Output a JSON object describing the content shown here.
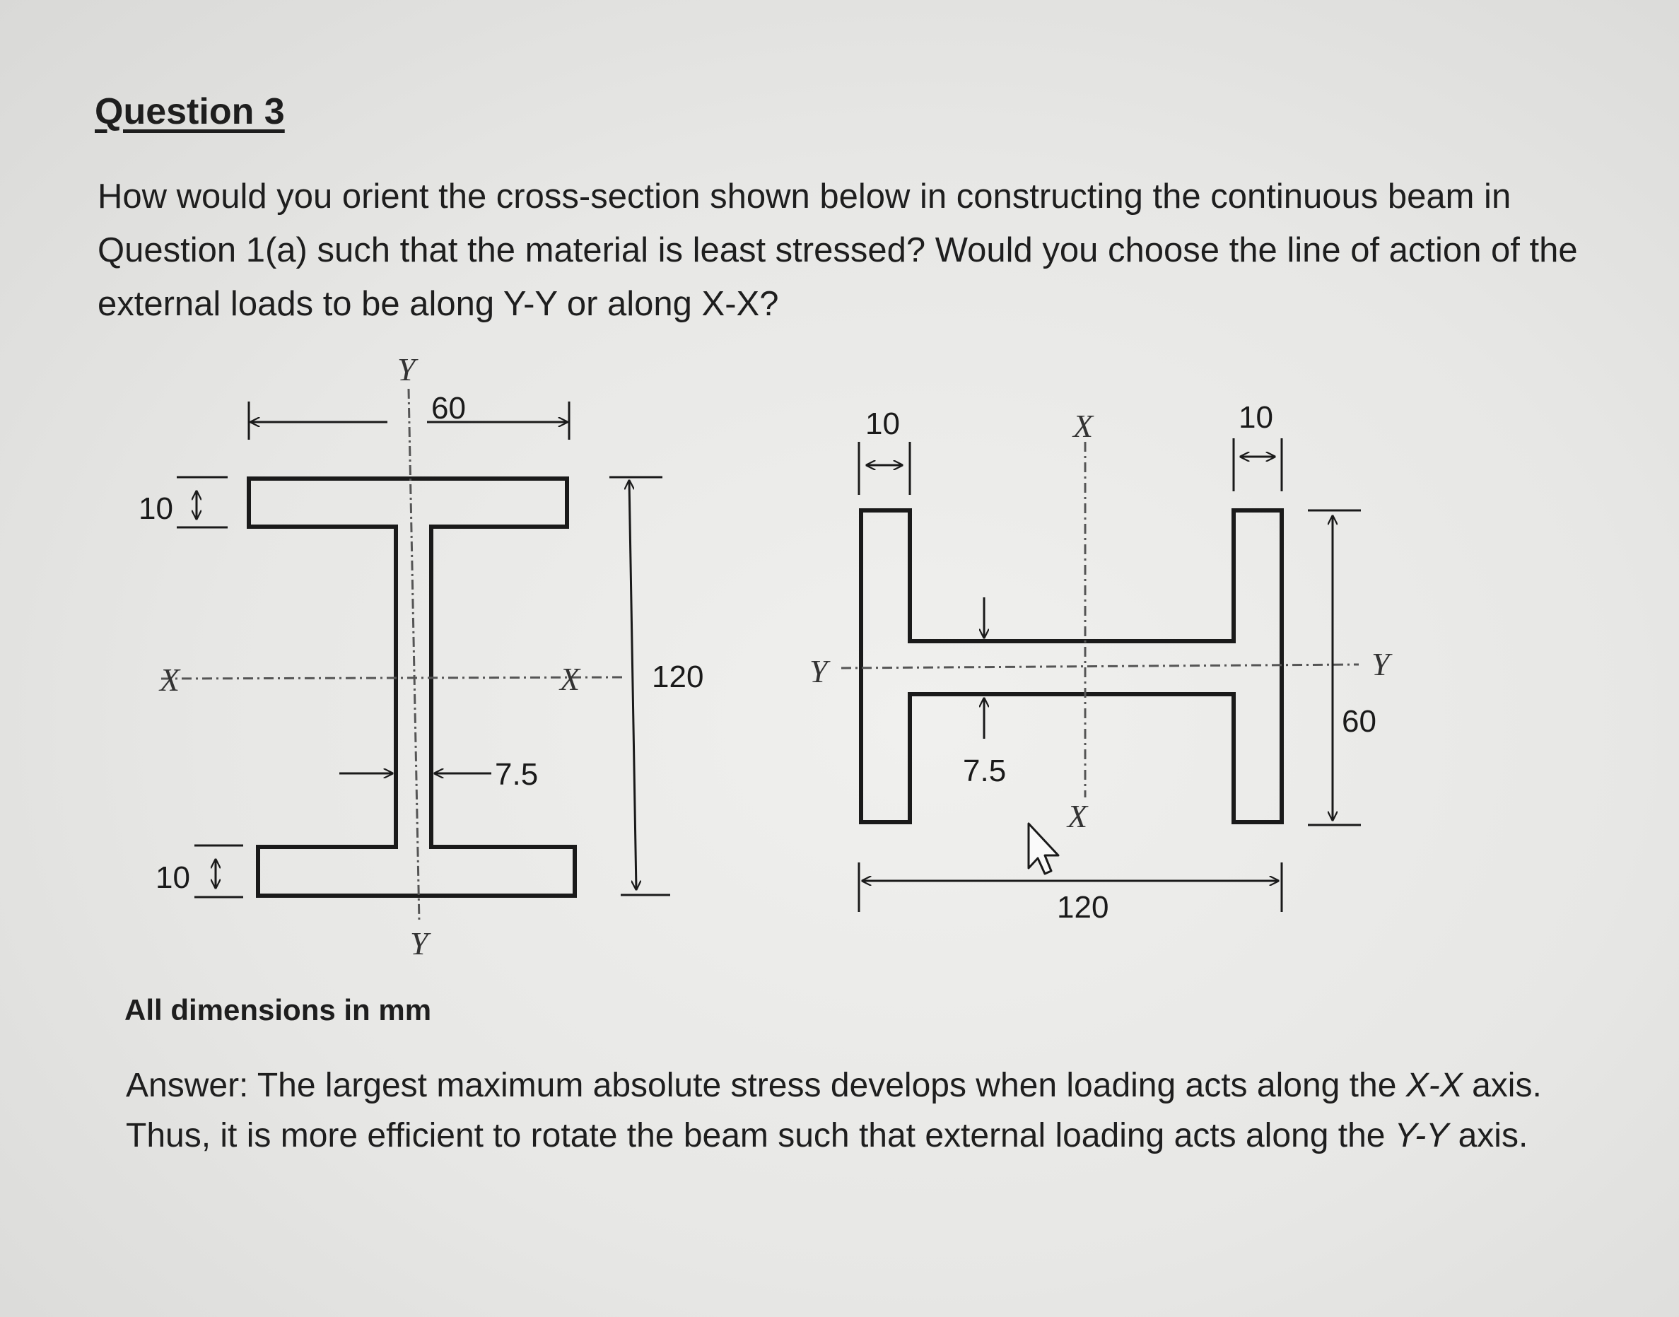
{
  "question": {
    "title": "Question 3",
    "text": "How would you orient the cross-section shown below in constructing the continuous beam in Question 1(a) such that the material is least stressed? Would you choose the line of action of the external loads to be along Y-Y or along X-X?"
  },
  "left_section": {
    "flange_width": "60",
    "top_flange_thickness": "10",
    "bottom_flange_thickness": "10",
    "web_thickness": "7.5",
    "depth": "120",
    "axis_y_top": "Y",
    "axis_y_bottom": "Y",
    "axis_x_left": "X",
    "axis_x_right": "X"
  },
  "right_section": {
    "left_flange_thickness": "10",
    "right_flange_thickness": "10",
    "web_thickness": "7.5",
    "width": "120",
    "flange_depth": "60",
    "axis_x_top": "X",
    "axis_x_bottom": "X",
    "axis_y_left": "Y",
    "axis_y_right": "Y"
  },
  "note": "All dimensions in mm",
  "answer": {
    "part1": "Answer: The largest maximum absolute stress develops when loading acts along the ",
    "axis1": "X-X",
    "part2": " axis. Thus, it is more efficient to rotate the beam such that external loading acts along the ",
    "axis2": "Y-Y",
    "part3": " axis."
  }
}
